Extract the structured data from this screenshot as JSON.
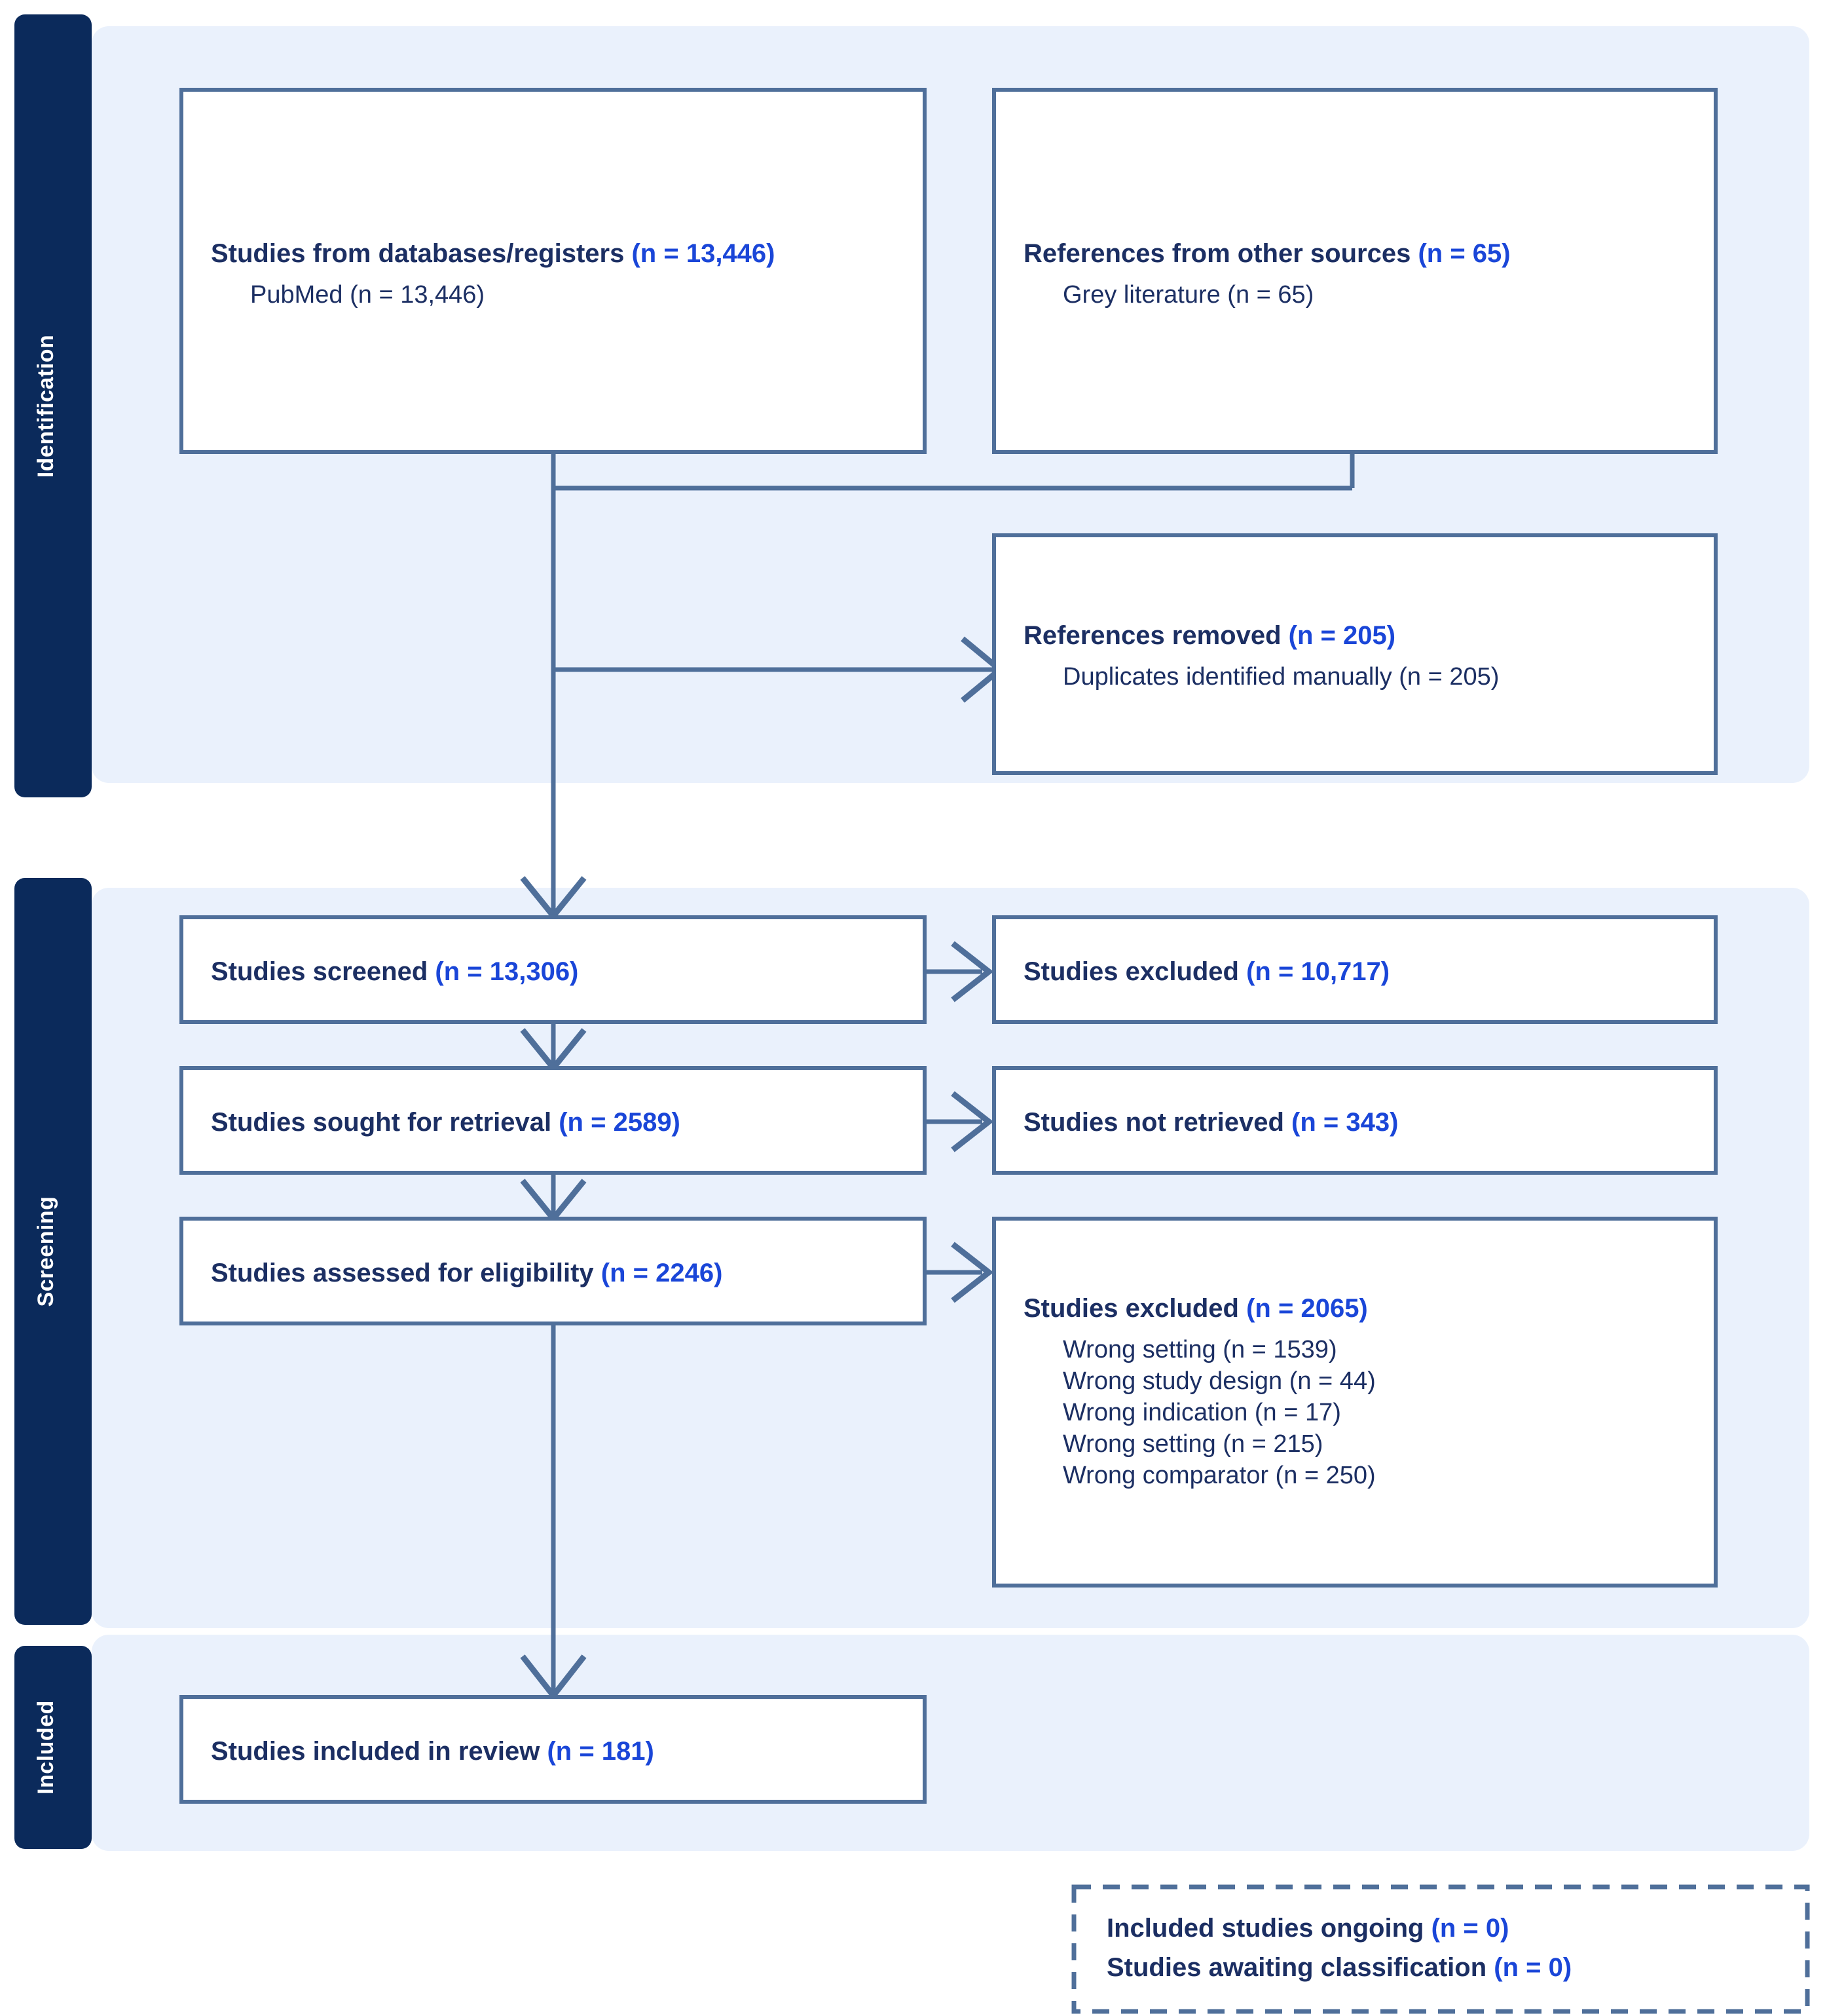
{
  "figure": {
    "type": "prisma-flow-diagram",
    "title": "PRISMA flow diagram"
  },
  "colors": {
    "stage_tab_bg": "#0b2a5b",
    "stage_tab_text": "#ffffff",
    "band_bg": "#eaf1fc",
    "box_border": "#4f6f9a",
    "box_bg": "#ffffff",
    "text_primary": "#1c2f63",
    "text_accent": "#1a46d8",
    "connector": "#4f6f9a"
  },
  "stages": [
    {
      "id": "identification",
      "label": "Identification"
    },
    {
      "id": "screening",
      "label": "Screening"
    },
    {
      "id": "included",
      "label": "Included"
    }
  ],
  "boxes": {
    "databases": {
      "title": "Studies from databases/registers",
      "title_count": "(n = 13,446)",
      "sub": [
        "PubMed (n = 13,446)"
      ]
    },
    "other_sources": {
      "title": "References from other sources",
      "title_count": "(n = 65)",
      "sub": [
        "Grey literature (n = 65)"
      ]
    },
    "removed": {
      "title": "References removed",
      "title_count": "(n = 205)",
      "sub": [
        "Duplicates identified manually (n = 205)"
      ]
    },
    "screened": {
      "title": "Studies screened",
      "title_count": "(n = 13,306)",
      "sub": []
    },
    "screened_excluded": {
      "title": "Studies excluded",
      "title_count": "(n = 10,717)",
      "sub": []
    },
    "sought": {
      "title": "Studies sought for retrieval",
      "title_count": "(n = 2589)",
      "sub": []
    },
    "not_retrieved": {
      "title": "Studies not retrieved",
      "title_count": "(n = 343)",
      "sub": []
    },
    "assessed": {
      "title": "Studies assessed for eligibility",
      "title_count": "(n = 2246)",
      "sub": []
    },
    "eligibility_excluded": {
      "title": "Studies excluded",
      "title_count": "(n = 2065)",
      "sub": [
        "Wrong setting (n = 1539)",
        "Wrong study design (n = 44)",
        "Wrong indication (n = 17)",
        "Wrong setting (n = 215)",
        "Wrong comparator (n = 250)"
      ]
    },
    "included_review": {
      "title": "Studies included in review",
      "title_count": "(n = 181)",
      "sub": []
    },
    "ongoing": {
      "line1_title": "Included studies ongoing",
      "line1_count": "(n = 0)",
      "line2_title": "Studies awaiting classification",
      "line2_count": "(n = 0)"
    }
  },
  "chart_data": {
    "type": "diagram",
    "title": "PRISMA 2020 flow diagram",
    "nodes": [
      {
        "stage": "Identification",
        "label": "Studies from databases/registers",
        "n": 13446,
        "details": [
          {
            "label": "PubMed",
            "n": 13446
          }
        ]
      },
      {
        "stage": "Identification",
        "label": "References from other sources",
        "n": 65,
        "details": [
          {
            "label": "Grey literature",
            "n": 65
          }
        ]
      },
      {
        "stage": "Identification",
        "label": "References removed",
        "n": 205,
        "details": [
          {
            "label": "Duplicates identified manually",
            "n": 205
          }
        ]
      },
      {
        "stage": "Screening",
        "label": "Studies screened",
        "n": 13306,
        "details": []
      },
      {
        "stage": "Screening",
        "label": "Studies excluded",
        "n": 10717,
        "details": []
      },
      {
        "stage": "Screening",
        "label": "Studies sought for retrieval",
        "n": 2589,
        "details": []
      },
      {
        "stage": "Screening",
        "label": "Studies not retrieved",
        "n": 343,
        "details": []
      },
      {
        "stage": "Screening",
        "label": "Studies assessed for eligibility",
        "n": 2246,
        "details": []
      },
      {
        "stage": "Screening",
        "label": "Studies excluded",
        "n": 2065,
        "details": [
          {
            "label": "Wrong setting",
            "n": 1539
          },
          {
            "label": "Wrong study design",
            "n": 44
          },
          {
            "label": "Wrong indication",
            "n": 17
          },
          {
            "label": "Wrong setting",
            "n": 215
          },
          {
            "label": "Wrong comparator",
            "n": 250
          }
        ]
      },
      {
        "stage": "Included",
        "label": "Studies included in review",
        "n": 181,
        "details": []
      },
      {
        "stage": "Included",
        "label": "Included studies ongoing",
        "n": 0,
        "details": []
      },
      {
        "stage": "Included",
        "label": "Studies awaiting classification",
        "n": 0,
        "details": []
      }
    ]
  }
}
